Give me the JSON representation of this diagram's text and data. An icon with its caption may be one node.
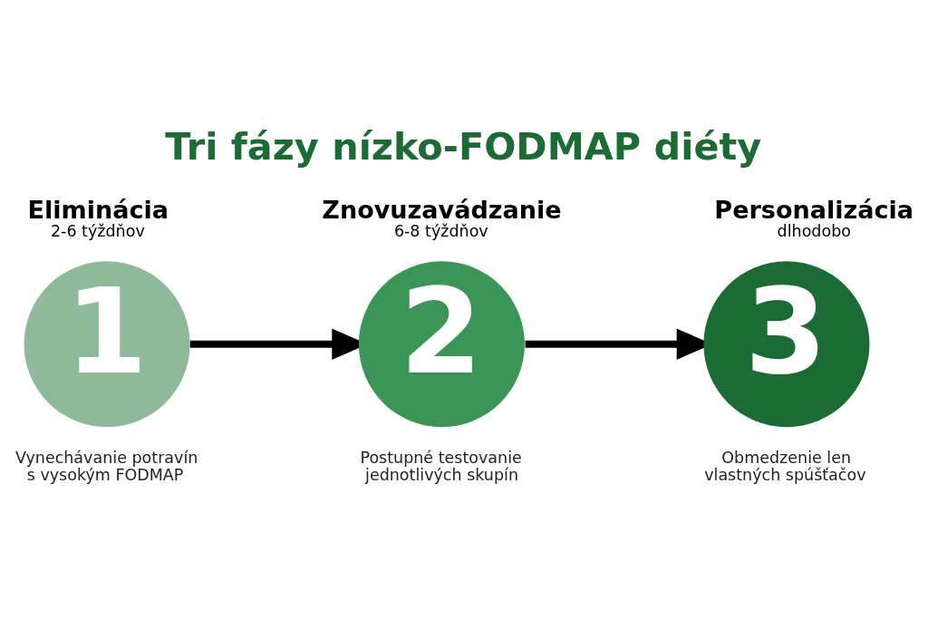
{
  "diagram": {
    "title": "Tri fázy nízko-FODMAP diéty",
    "nodes": [
      {
        "text": [
          "Eliminácia",
          "2-6 týždňov",
          "1"
        ],
        "beside": [
          "Vynechávanie potravín s vysokým FODMAP"
        ]
      },
      {
        "text": [
          "Znovuzavádzanie",
          "6-8 týždňov",
          "2"
        ],
        "beside": [
          "Postupné testovanie jednotlivých skupín"
        ]
      },
      {
        "text": [
          "Personalizácia",
          "dlhodobo",
          "3"
        ],
        "beside": [
          "Obmedzenie len vlastných spúšťačov"
        ]
      }
    ],
    "edges": [
      {
        "from": 0,
        "to": 1,
        "arrow": "to"
      },
      {
        "from": 1,
        "to": 2,
        "arrow": "to"
      }
    ]
  }
}
